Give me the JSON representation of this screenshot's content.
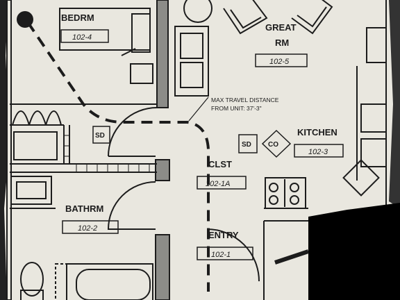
{
  "colors": {
    "paper": "#e9e7df",
    "ink": "#1c1c1c",
    "wall_fill": "#8c8c88",
    "redaction": "#000000"
  },
  "rooms": {
    "bedroom": {
      "name": "BEDRM",
      "number": "102-4"
    },
    "great_room": {
      "name_line1": "GREAT",
      "name_line2": "RM",
      "number": "102-5"
    },
    "kitchen": {
      "name": "KITCHEN",
      "number": "102-3"
    },
    "closet": {
      "name": "CLST",
      "number": "102-1A"
    },
    "bathroom": {
      "name": "BATHRM",
      "number": "102-2"
    },
    "entry": {
      "name": "ENTRY",
      "number": "102-1"
    }
  },
  "travel_note": {
    "line1": "MAX TRAVEL DISTANCE",
    "line2": "FROM UNIT: 37'-3\""
  },
  "detectors": {
    "sd_label": "SD",
    "co_label": "CO"
  },
  "icons": [
    "smoke-detector-icon",
    "co-detector-icon",
    "toilet-icon",
    "bathtub-icon",
    "range-icon",
    "sink-icon",
    "chair-icon"
  ]
}
